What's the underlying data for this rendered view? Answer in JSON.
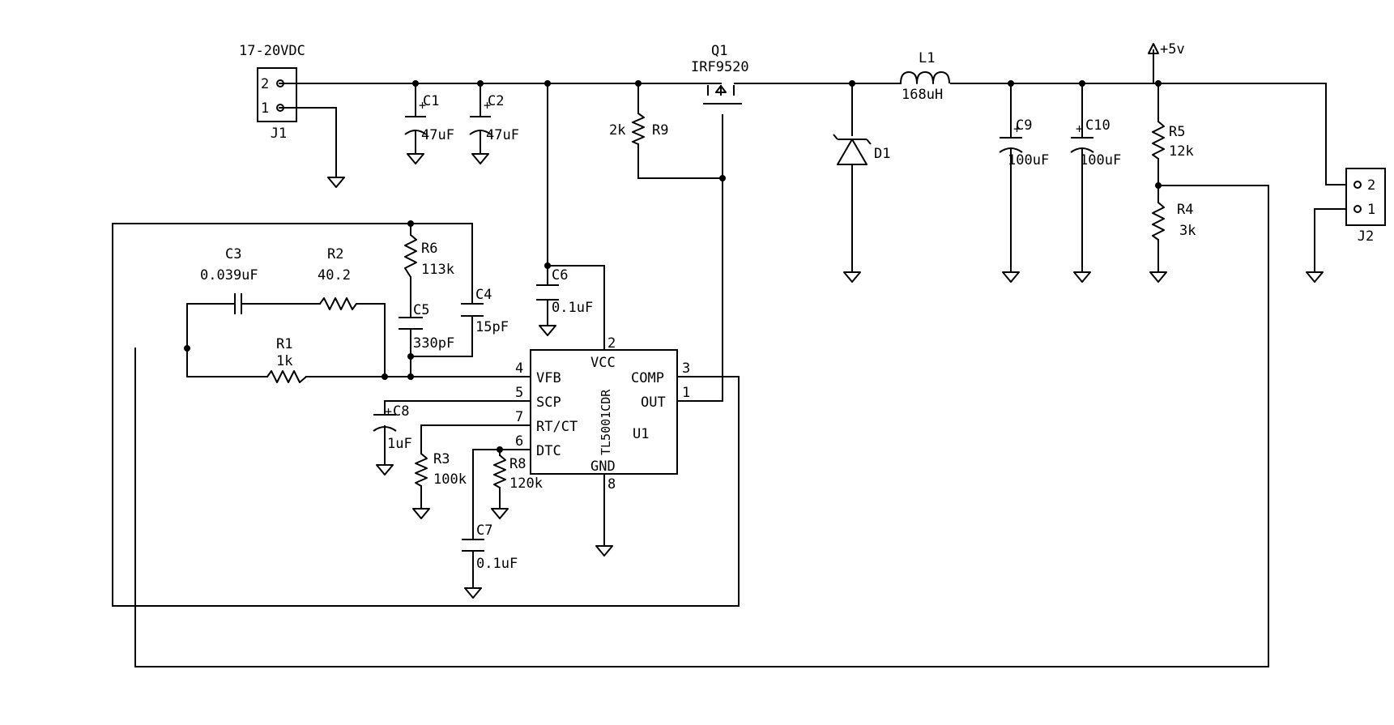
{
  "supply_label": "17-20VDC",
  "connectors": {
    "j1": {
      "ref": "J1",
      "pin_top": "2",
      "pin_bottom": "1"
    },
    "j2": {
      "ref": "J2",
      "pin_top": "2",
      "pin_bottom": "1"
    }
  },
  "output_rail_label": "+5v",
  "components": {
    "c1": {
      "ref": "C1",
      "value": "47uF"
    },
    "c2": {
      "ref": "C2",
      "value": "47uF"
    },
    "c3": {
      "ref": "C3",
      "value": "0.039uF"
    },
    "c4": {
      "ref": "C4",
      "value": "15pF"
    },
    "c5": {
      "ref": "C5",
      "value": "330pF"
    },
    "c6": {
      "ref": "C6",
      "value": "0.1uF"
    },
    "c7": {
      "ref": "C7",
      "value": "0.1uF"
    },
    "c8": {
      "ref": "C8",
      "value": "1uF"
    },
    "c9": {
      "ref": "C9",
      "value": "100uF"
    },
    "c10": {
      "ref": "C10",
      "value": "100uF"
    },
    "r1": {
      "ref": "R1",
      "value": "1k"
    },
    "r2": {
      "ref": "R2",
      "value": "40.2"
    },
    "r3": {
      "ref": "R3",
      "value": "100k"
    },
    "r4": {
      "ref": "R4",
      "value": "3k"
    },
    "r5": {
      "ref": "R5",
      "value": "12k"
    },
    "r6": {
      "ref": "R6",
      "value": "113k"
    },
    "r8": {
      "ref": "R8",
      "value": "120k"
    },
    "r9": {
      "ref": "R9",
      "value": "2k"
    },
    "q1": {
      "ref": "Q1",
      "value": "IRF9520"
    },
    "l1": {
      "ref": "L1",
      "value": "168uH"
    },
    "d1": {
      "ref": "D1"
    }
  },
  "ic": {
    "ref": "U1",
    "part": "TL5001CDR",
    "pins": {
      "vfb": {
        "num": "4",
        "name": "VFB"
      },
      "scp": {
        "num": "5",
        "name": "SCP"
      },
      "rtct": {
        "num": "7",
        "name": "RT/CT"
      },
      "dtc": {
        "num": "6",
        "name": "DTC"
      },
      "vcc": {
        "num": "2",
        "name": "VCC"
      },
      "gnd": {
        "num": "8",
        "name": "GND"
      },
      "comp": {
        "num": "3",
        "name": "COMP"
      },
      "out": {
        "num": "1",
        "name": "OUT"
      }
    }
  }
}
